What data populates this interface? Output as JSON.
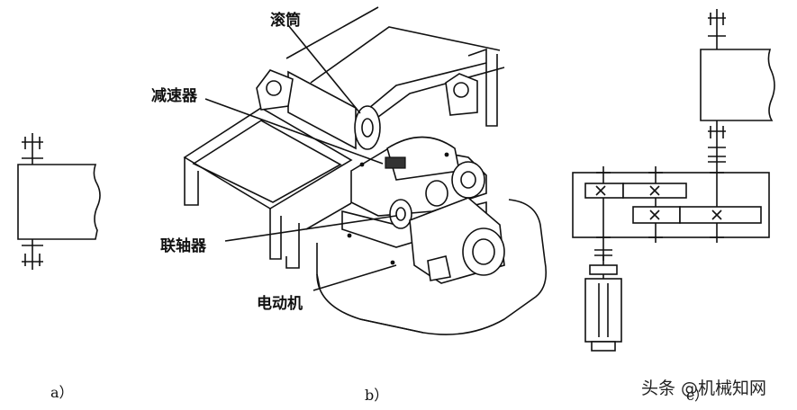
{
  "labels": {
    "drum": "滚筒",
    "reducer": "减速器",
    "coupling": "联轴器",
    "motor": "电动机"
  },
  "captions": {
    "a": "a）",
    "b": "b）",
    "c": "c）"
  },
  "watermark": "头条 @机械知网"
}
